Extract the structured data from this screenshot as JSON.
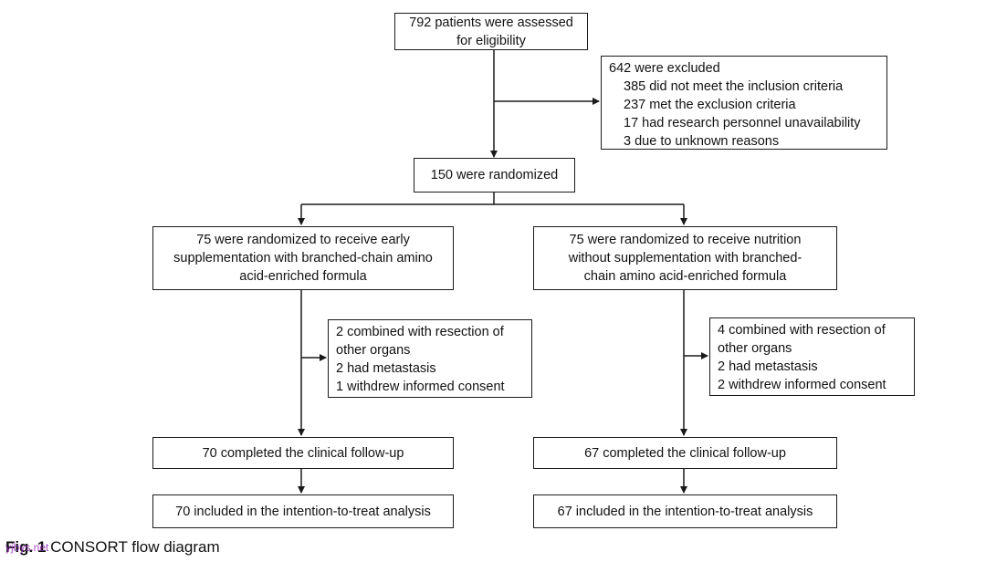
{
  "assessed": {
    "lines": [
      "792 patients were assessed",
      "for eligibility"
    ]
  },
  "excluded": {
    "header": "642 were excluded",
    "reasons": [
      "385 did not meet the inclusion criteria",
      "237 met the exclusion criteria",
      "17 had research personnel unavailability",
      "3 due to unknown reasons"
    ]
  },
  "randomized": "150  were randomized",
  "left_arm": {
    "allocation": [
      "75 were randomized to receive early",
      "supplementation with branched-chain amino",
      "acid-enriched formula"
    ],
    "exclusions": [
      "2 combined with resection of",
      "other organs",
      "2 had metastasis",
      "1 withdrew informed consent"
    ],
    "followup": "70 completed the clinical follow-up",
    "analysis": "70 included in the intention-to-treat analysis"
  },
  "right_arm": {
    "allocation": [
      "75 were randomized to receive nutrition",
      "without supplementation with branched-",
      "chain amino acid-enriched formula"
    ],
    "exclusions": [
      "4 combined with resection of",
      "other organs",
      "2 had metastasis",
      "2 withdrew informed consent"
    ],
    "followup": "67 completed the clinical follow-up",
    "analysis": "67 included in the intention-to-treat analysis"
  },
  "caption": {
    "label": "Fig. 1",
    "text": "CONSORT flow diagram"
  },
  "watermark": "yjbys.net"
}
